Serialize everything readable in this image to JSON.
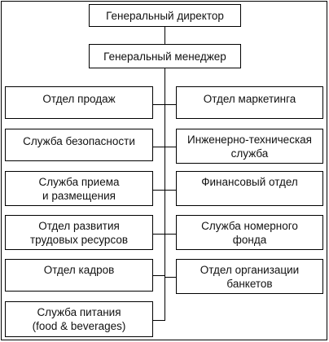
{
  "diagram": {
    "ceo": "Генеральный директор",
    "gm": "Генеральный менеджер",
    "left_departments": [
      [
        "Отдел продаж"
      ],
      [
        "Служба безопасности"
      ],
      [
        "Служба приема",
        "и размещения"
      ],
      [
        "Отдел развития",
        "трудовых ресурсов"
      ],
      [
        "Отдел кадров"
      ],
      [
        "Служба питания",
        "(food & beverages)"
      ]
    ],
    "right_departments": [
      [
        "Отдел маркетинга"
      ],
      [
        "Инженерно-техническая",
        "служба"
      ],
      [
        "Финансовый отдел"
      ],
      [
        "Служба номерного",
        "фонда"
      ],
      [
        "Отдел организации",
        "банкетов"
      ]
    ]
  }
}
